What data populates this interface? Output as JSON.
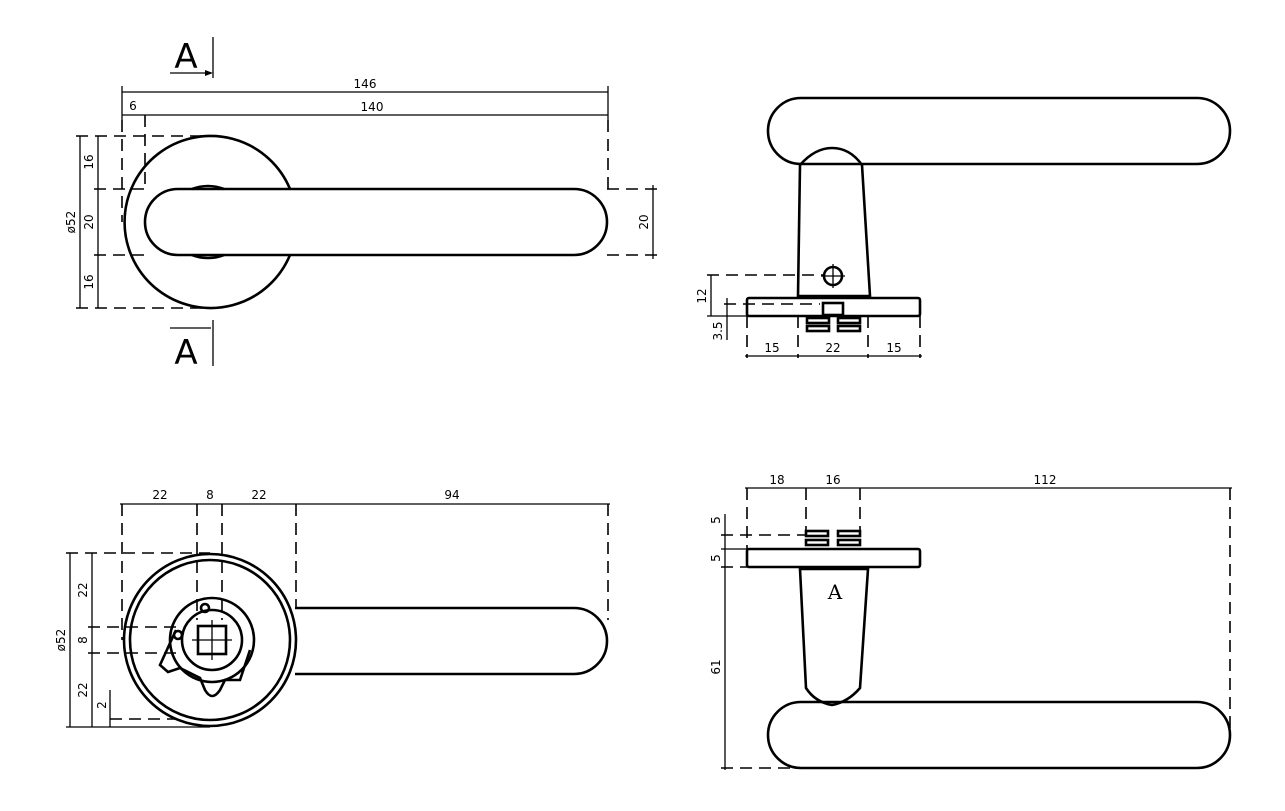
{
  "views": {
    "front": {
      "section_top": "A",
      "section_bottom": "A",
      "overall_length": "146",
      "lever_length": "140",
      "offset": "6",
      "left_dims": [
        "16",
        "20",
        "16"
      ],
      "rose_diameter": "ø52",
      "lever_width": "20"
    },
    "side_top": {
      "height": "12",
      "plate": "3.5",
      "bottom_dims": [
        "15",
        "22",
        "15"
      ]
    },
    "back": {
      "top_dims": [
        "22",
        "8",
        "22",
        "94"
      ],
      "left_dims": [
        "22",
        "8",
        "22"
      ],
      "rose_diameter": "ø52",
      "gap": "2"
    },
    "section_view": {
      "label": "A",
      "top_dims": [
        "18",
        "16",
        "112"
      ],
      "left_dims": [
        "5",
        "5",
        "61"
      ]
    }
  }
}
